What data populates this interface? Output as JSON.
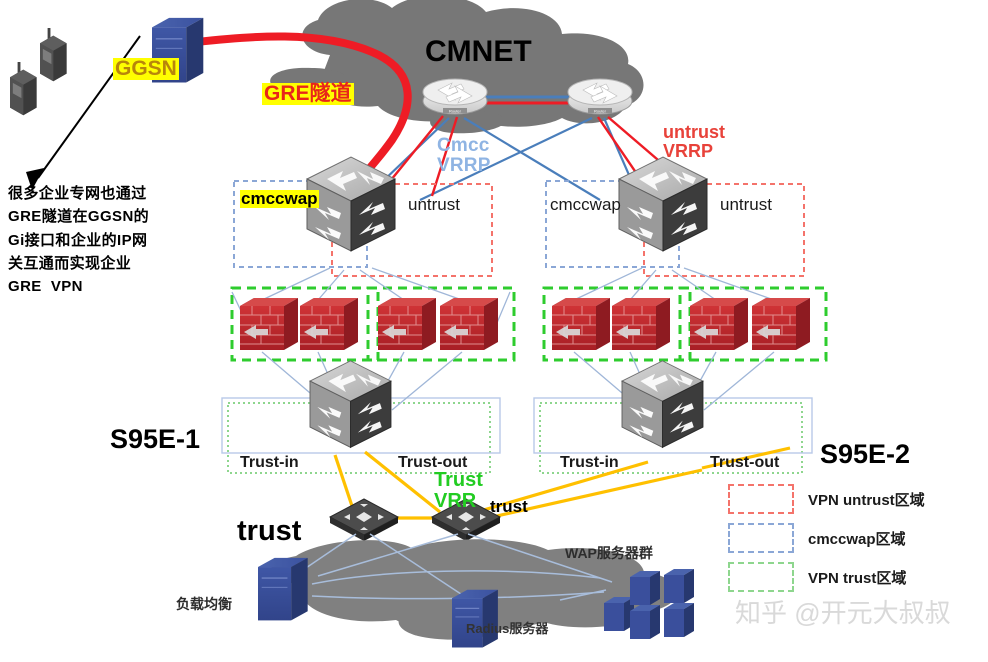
{
  "diagram": {
    "title_cloud": "CMNET",
    "annotations": {
      "ggsn": "GGSN",
      "gre_tunnel": "GRE隧道",
      "cmcc_vrrp": "Cmcc\nVRRP",
      "untrust_vrrp": "untrust\nVRRP",
      "trust_vrr": "Trust\nVRR",
      "trust_big": "trust",
      "trust_small": "trust",
      "note": "很多企业专网也通过\nGRE隧道在GGSN的\nGi接口和企业的IP网\n关互通而实现企业\nGRE  VPN"
    },
    "left_block": {
      "device_label": "S95E-1",
      "zone_cmccwap": "cmccwap",
      "zone_untrust": "untrust",
      "trust_in": "Trust-in",
      "trust_out": "Trust-out"
    },
    "right_block": {
      "device_label": "S95E-2",
      "zone_cmccwap": "cmccwap",
      "zone_untrust": "untrust",
      "trust_in": "Trust-in",
      "trust_out": "Trust-out"
    },
    "bottom": {
      "load_balancer": "负载均衡",
      "radius_server": "Radius服务器",
      "wap_server_farm": "WAP服务器群"
    },
    "legend": [
      {
        "label": "VPN untrust区域",
        "color": "#f4736b",
        "style": "dashed"
      },
      {
        "label": "cmccwap区域",
        "color": "#8ba7d6",
        "style": "dashed"
      },
      {
        "label": "VPN trust区域",
        "color": "#8ed68e",
        "style": "dashed"
      }
    ],
    "watermark": "知乎 @开元大叔叔",
    "colors": {
      "cloud": "#777777",
      "gre_red": "#ee1c25",
      "vrrp_blue": "#4a7ebb",
      "firewall_red": "#c0272d",
      "trust_yellow": "#ffc000",
      "server_blue": "#2f4f9f",
      "switch_grey": "#8c8c8c",
      "highlight_yellow": "#ffff00"
    }
  }
}
